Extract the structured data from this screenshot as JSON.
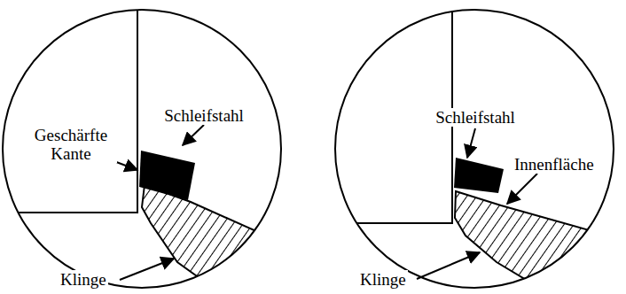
{
  "diagram": {
    "labels": [
      "Geschärfte Kante",
      "Schleifstahl",
      "Klinge",
      "Schleifstahl",
      "Innenfläche",
      "Klinge"
    ]
  }
}
